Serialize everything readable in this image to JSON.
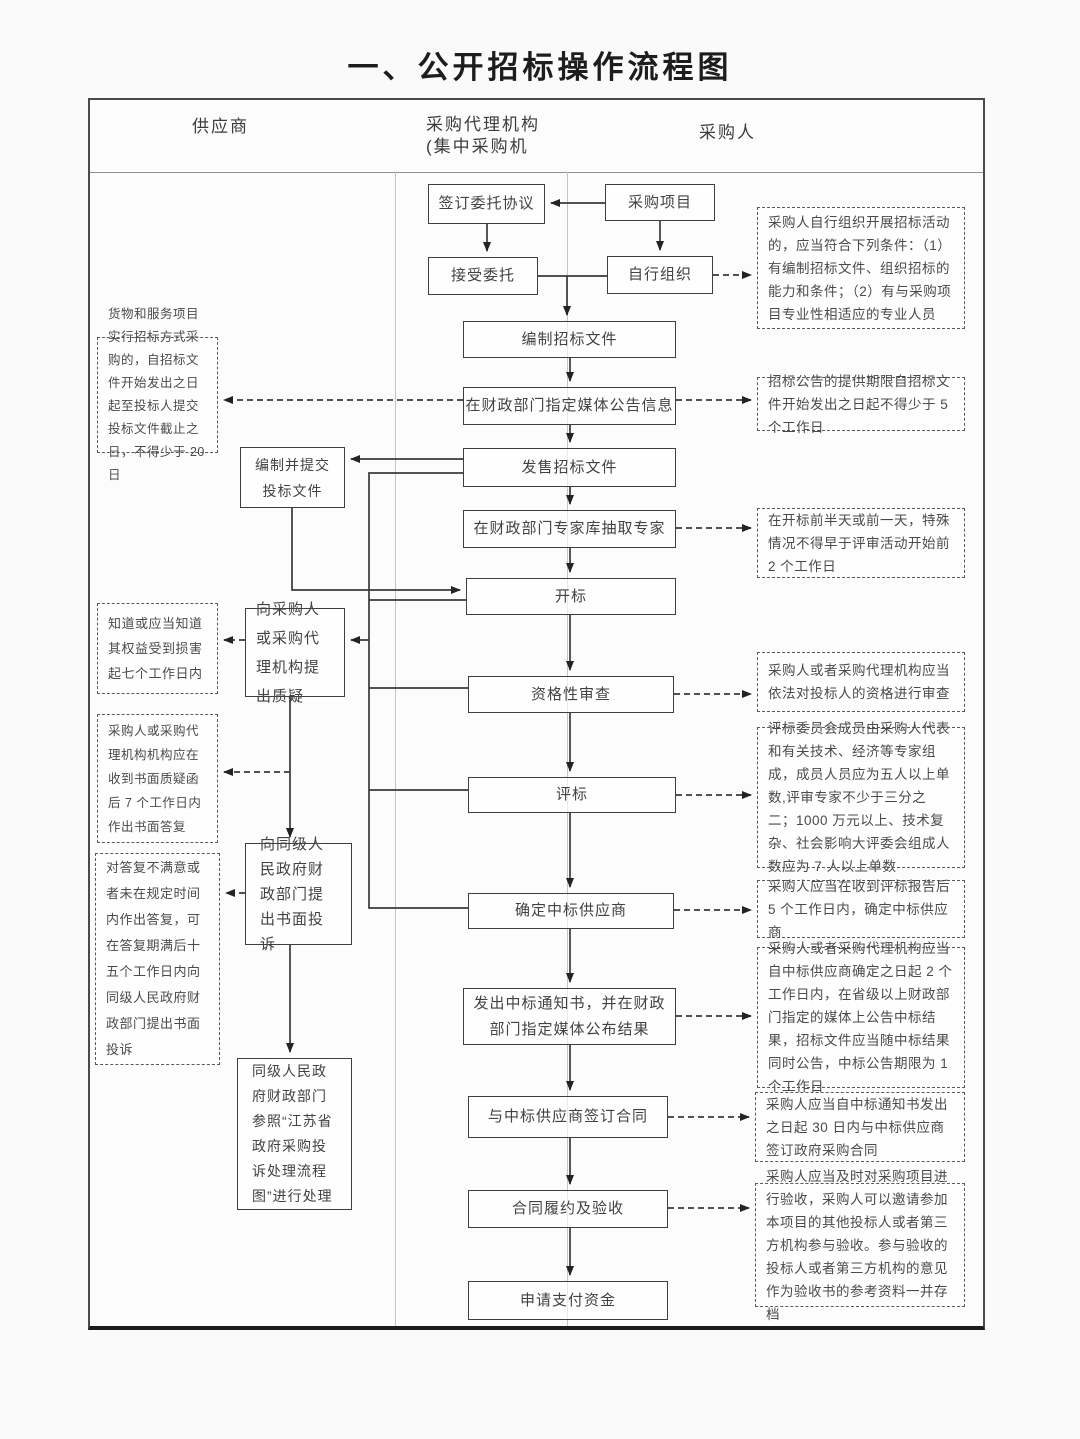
{
  "title": "一、公开招标操作流程图",
  "columns": {
    "supplier": "供应商",
    "agency_line1": "采购代理机构",
    "agency_line2": "(集中采购机",
    "purchaser": "采购人"
  },
  "main_flow": {
    "sign_agreement": "签订委托协议",
    "procurement_project": "采购项目",
    "accept_entrustment": "接受委托",
    "self_organize": "自行组织",
    "prepare_docs": "编制招标文件",
    "announce_media": "在财政部门指定媒体公告信息",
    "sell_docs": "发售招标文件",
    "extract_experts": "在财政部门专家库抽取专家",
    "bid_opening": "开标",
    "qualification_review": "资格性审查",
    "bid_evaluation": "评标",
    "determine_winner": "确定中标供应商",
    "issue_notice": "发出中标通知书，并在财政部门指定媒体公布结果",
    "sign_contract": "与中标供应商签订合同",
    "contract_acceptance": "合同履约及验收",
    "apply_payment": "申请支付资金"
  },
  "supplier_flow": {
    "prepare_bid": "编制并提交投标文件",
    "raise_query": "向采购人或采购代理机构提出质疑",
    "file_complaint": "向同级人民政府财政部门提出书面投诉",
    "complaint_handling": "同级人民政府财政部门参照“江苏省政府采购投诉处理流程图”进行处理"
  },
  "left_notes": [
    "货物和服务项目实行招标方式采购的，自招标文件开始发出之日起至投标人提交投标文件截止之日，不得少于 20 日",
    "知道或应当知道其权益受到损害起七个工作日内",
    "采购人或采购代理机构机构应在收到书面质疑函后 7 个工作日内作出书面答复",
    "对答复不满意或者未在规定时间内作出答复，可在答复期满后十五个工作日内向同级人民政府财政部门提出书面投诉"
  ],
  "right_notes": [
    "采购人自行组织开展招标活动的，应当符合下列条件：（1）有编制招标文件、组织招标的能力和条件；（2）有与采购项目专业性相适应的专业人员",
    "招标公告的提供期限自招标文件开始发出之日起不得少于 5 个工作日",
    "在开标前半天或前一天，特殊情况不得早于评审活动开始前 2 个工作日",
    "采购人或者采购代理机构应当依法对投标人的资格进行审查",
    "评标委员会成员由采购人代表和有关技术、经济等专家组成，成员人员应为五人以上单数,评审专家不少于三分之二；1000 万元以上、技术复杂、社会影响大评委会组成人数应为 7 人以上单数",
    "采购人应当在收到评标报告后 5 个工作日内，确定中标供应商",
    "采购人或者采购代理机构应当自中标供应商确定之日起 2 个工作日内，在省级以上财政部门指定的媒体上公告中标结果，招标文件应当随中标结果同时公告，中标公告期限为 1 个工作日",
    "采购人应当自中标通知书发出之日起 30 日内与中标供应商签订政府采购合同",
    "采购人应当及时对采购项目进行验收，采购人可以邀请参加本项目的其他投标人或者第三方机构参与验收。参与验收的投标人或者第三方机构的意见作为验收书的参考资料一并存档"
  ]
}
